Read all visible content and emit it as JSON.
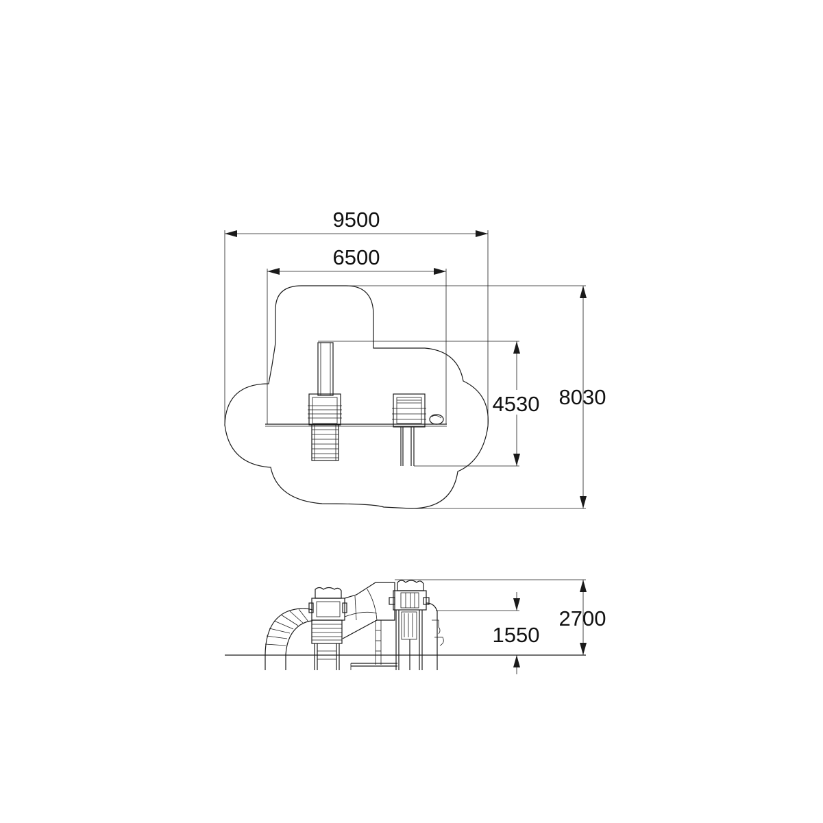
{
  "dimensions": {
    "overall_width": "9500",
    "inner_width": "6500",
    "overall_depth": "8030",
    "inner_depth": "4530",
    "total_height": "2700",
    "platform_height": "1550"
  },
  "colors": {
    "line": "#1a1a1a",
    "background": "#ffffff"
  }
}
